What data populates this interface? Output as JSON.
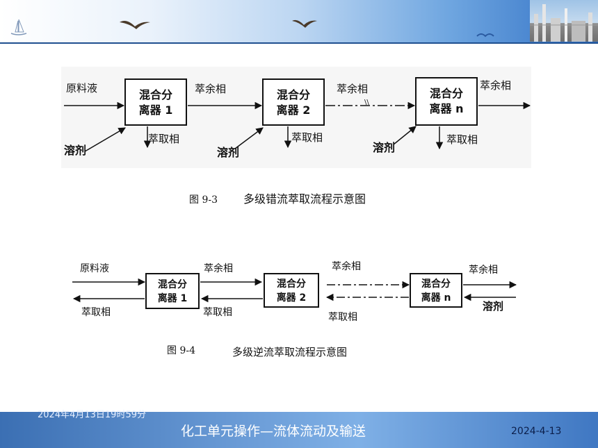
{
  "header": {
    "decorations": [
      "sailboat-icon",
      "bird-icon",
      "bird-icon",
      "refinery-photo"
    ]
  },
  "figure1": {
    "caption_no": "图  9-3",
    "caption_text": "多级错流萃取流程示意图",
    "feed_label": "原料液",
    "box1": [
      "混合分",
      "离器 1"
    ],
    "box2": [
      "混合分",
      "离器 2"
    ],
    "boxn": [
      "混合分",
      "离器 n"
    ],
    "raffinate_1": "萃余相",
    "raffinate_2": "萃余相",
    "raffinate_n": "萃余相",
    "extract_1": "萃取相",
    "extract_2": "萃取相",
    "extract_n": "萃取相",
    "solvent_1": "溶剂",
    "solvent_2": "溶剂",
    "solvent_n": "溶剂"
  },
  "figure2": {
    "caption_no": "图  9-4",
    "caption_text": "多级逆流萃取流程示意图",
    "feed_label": "原料液",
    "box1": [
      "混合分",
      "离器 1"
    ],
    "box2": [
      "混合分",
      "离器 2"
    ],
    "boxn": [
      "混合分",
      "离器 n"
    ],
    "raffinate_1": "萃余相",
    "raffinate_2": "萃余相",
    "raffinate_n": "萃余相",
    "extract_0": "萃取相",
    "extract_1": "萃取相",
    "extract_2": "萃取相",
    "solvent": "溶剂"
  },
  "footer": {
    "timestamp": "2024年4月13日19时59分",
    "title": "化工单元操作—流体流动及输送",
    "date": "2024-4-13"
  }
}
